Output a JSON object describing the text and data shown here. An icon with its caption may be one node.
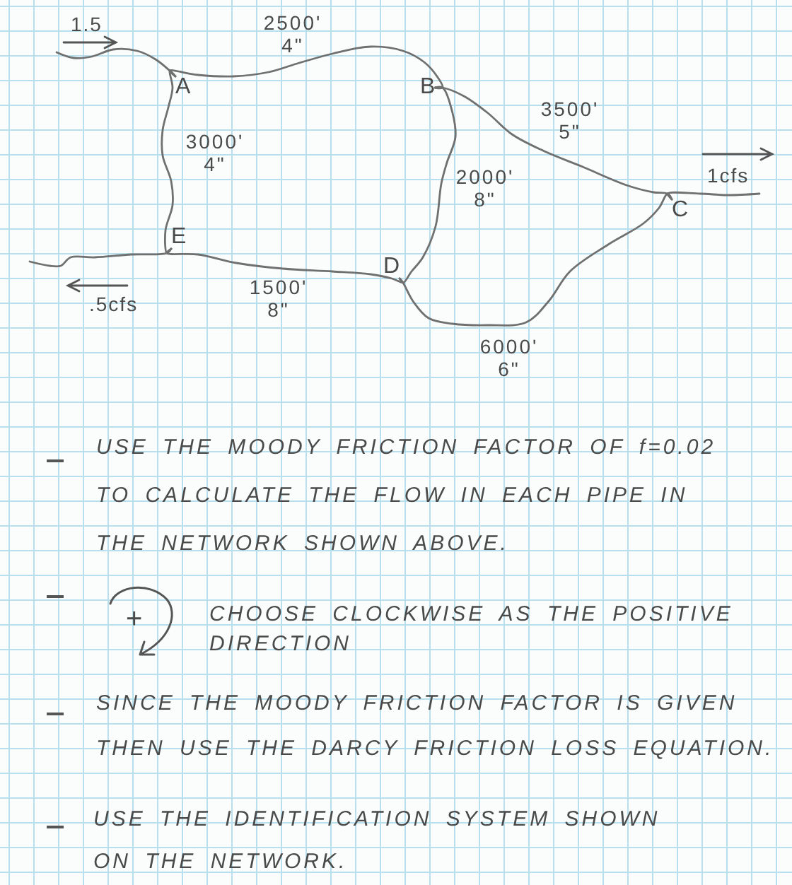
{
  "diagram": {
    "nodes": [
      {
        "text": [
          "A"
        ]
      },
      {
        "text": [
          "B"
        ]
      },
      {
        "text": [
          "C"
        ]
      },
      {
        "text": [
          "D"
        ]
      },
      {
        "text": [
          "E"
        ]
      }
    ],
    "edges": [
      {
        "from": null,
        "to": 0,
        "arrow": "none"
      },
      {
        "from": 0,
        "to": 1,
        "arrow": "none",
        "label": "2500' 4\""
      },
      {
        "from": 0,
        "to": 4,
        "arrow": "none",
        "label": "3000' 4\""
      },
      {
        "from": 1,
        "to": 2,
        "arrow": "none",
        "label": "3500' 5\""
      },
      {
        "from": 1,
        "to": 3,
        "arrow": "none",
        "label": "2000' 8\""
      },
      {
        "from": 4,
        "to": 3,
        "arrow": "none",
        "label": "1500' 8\""
      },
      {
        "from": 3,
        "to": 2,
        "arrow": "none",
        "label": "6000' 6\""
      },
      {
        "from": 2,
        "to": null,
        "arrow": "none"
      },
      {
        "from": 4,
        "to": null,
        "arrow": "none"
      }
    ],
    "labels": [
      "1.5",
      "1cfs",
      ".5cfs",
      "USE THE MOODY FRICTION FACTOR OF *f*=0.02 TO CALCULATE THE FLOW IN EACH PIPE IN THE NETWORK SHOWN ABOVE.",
      "+",
      "CHOOSE CLOCKWISE AS THE POSITIVE DIRECTION",
      "SINCE THE MOODY FRICTION FACTOR IS GIVEN THEN USE THE DARCY FRICTION LOSS EQUATION.",
      "USE THE IDENTIFICATION SYSTEM SHOWN ON THE NETWORK."
    ]
  }
}
